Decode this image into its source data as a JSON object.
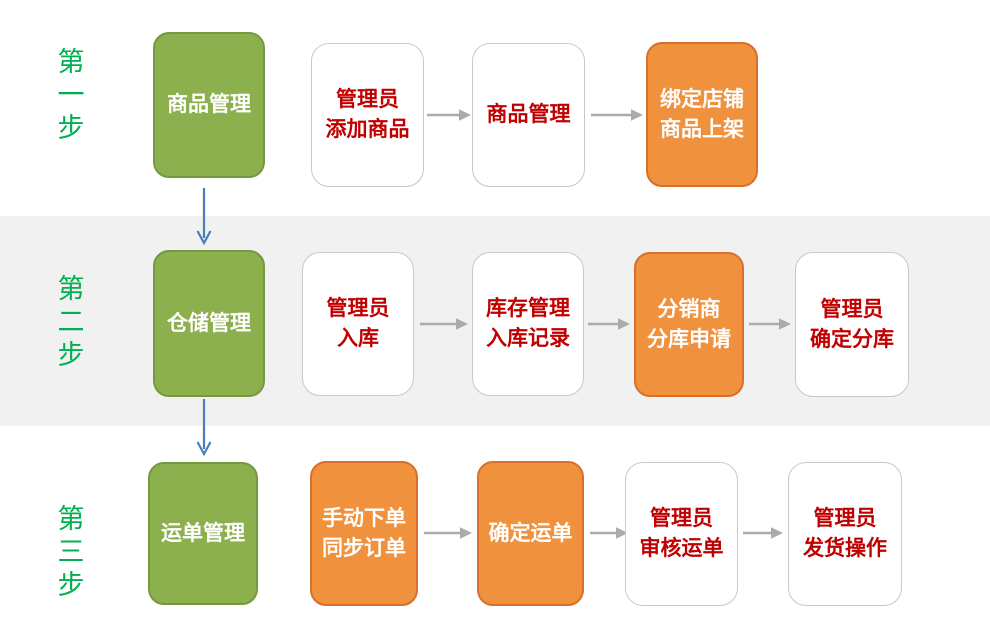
{
  "colors": {
    "green_box_fill": "#8DB04E",
    "green_box_border": "#76993D",
    "orange_box_fill": "#F0923D",
    "orange_box_border": "#D8702A",
    "white_box_fill": "#FFFFFF",
    "white_box_border": "#C9C9C9",
    "red_text": "#C00000",
    "step_label_green": "#00B050",
    "band_gray": "#F1F1F2",
    "arrow_gray": "#ABABAB",
    "arrow_blue": "#4A7EBB"
  },
  "icons": {
    "arrow_right": "→",
    "arrow_down": "↓"
  },
  "steps": [
    {
      "label": "第一步",
      "boxes": [
        {
          "text": "商品管理",
          "type": "green"
        },
        {
          "text": "管理员\n添加商品",
          "type": "white"
        },
        {
          "text": "商品管理",
          "type": "white"
        },
        {
          "text": "绑定店铺\n商品上架",
          "type": "orange"
        }
      ]
    },
    {
      "label": "第二步",
      "boxes": [
        {
          "text": "仓储管理",
          "type": "green"
        },
        {
          "text": "管理员\n入库",
          "type": "white"
        },
        {
          "text": "库存管理\n入库记录",
          "type": "white"
        },
        {
          "text": "分销商\n分库申请",
          "type": "orange"
        },
        {
          "text": "管理员\n确定分库",
          "type": "white"
        }
      ]
    },
    {
      "label": "第三步",
      "boxes": [
        {
          "text": "运单管理",
          "type": "green"
        },
        {
          "text": "手动下单\n同步订单",
          "type": "orange"
        },
        {
          "text": "确定运单",
          "type": "orange"
        },
        {
          "text": "管理员\n审核运单",
          "type": "white"
        },
        {
          "text": "管理员\n发货操作",
          "type": "white"
        }
      ]
    }
  ]
}
